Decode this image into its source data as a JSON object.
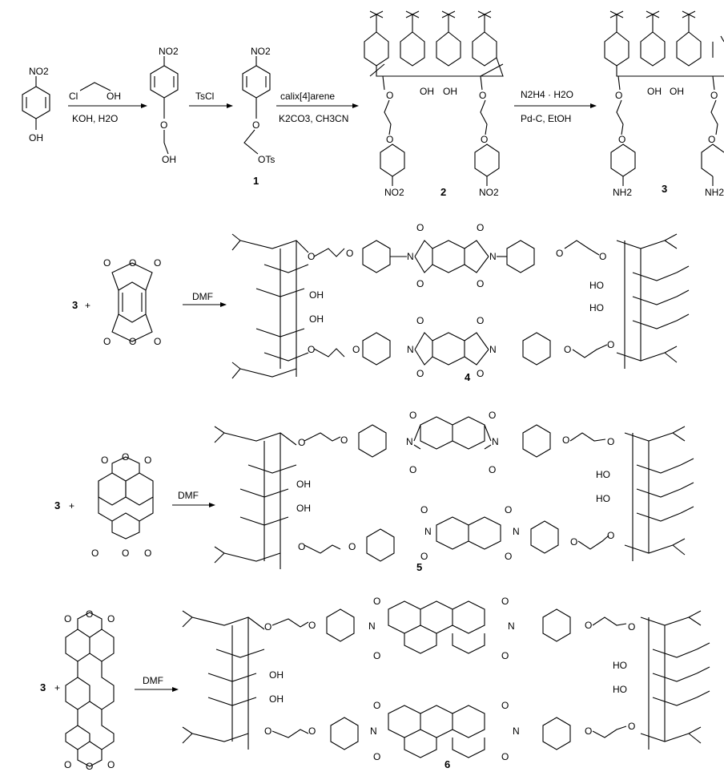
{
  "scheme": {
    "row1": {
      "start_sub": "NO2",
      "start_oh": "OH",
      "reagent1_a": "Cl",
      "reagent1_b": "OH",
      "cond1": "KOH, H2O",
      "int_no2": "NO2",
      "int_o": "O",
      "int_oh": "OH",
      "reagent2": "TsCl",
      "c1_no2": "NO2",
      "c1_o": "O",
      "c1_ots": "OTs",
      "c1_num": "1",
      "reagent3": "calix[4]arene",
      "cond3": "K2CO3, CH3CN",
      "c2_o": "O",
      "c2_oh1": "OH",
      "c2_oh2": "OH",
      "c2_no2": "NO2",
      "c2_num": "2",
      "reagent4": "N2H4 · H2O",
      "cond4": "Pd-C, EtOH",
      "c3_o": "O",
      "c3_oh1": "OH",
      "c3_oh2": "OH",
      "c3_nh2": "NH2",
      "c3_num": "3"
    },
    "row2": {
      "prefix": "3",
      "plus": "+",
      "reagent": "DMF",
      "o": "O",
      "n": "N",
      "oh": "OH",
      "ho": "HO",
      "num": "4"
    },
    "row3": {
      "prefix": "3",
      "plus": "+",
      "reagent": "DMF",
      "o": "O",
      "n": "N",
      "oh": "OH",
      "ho": "HO",
      "num": "5"
    },
    "row4": {
      "prefix": "3",
      "plus": "+",
      "reagent": "DMF",
      "o": "O",
      "n": "N",
      "oh": "OH",
      "ho": "HO",
      "num": "6"
    }
  }
}
